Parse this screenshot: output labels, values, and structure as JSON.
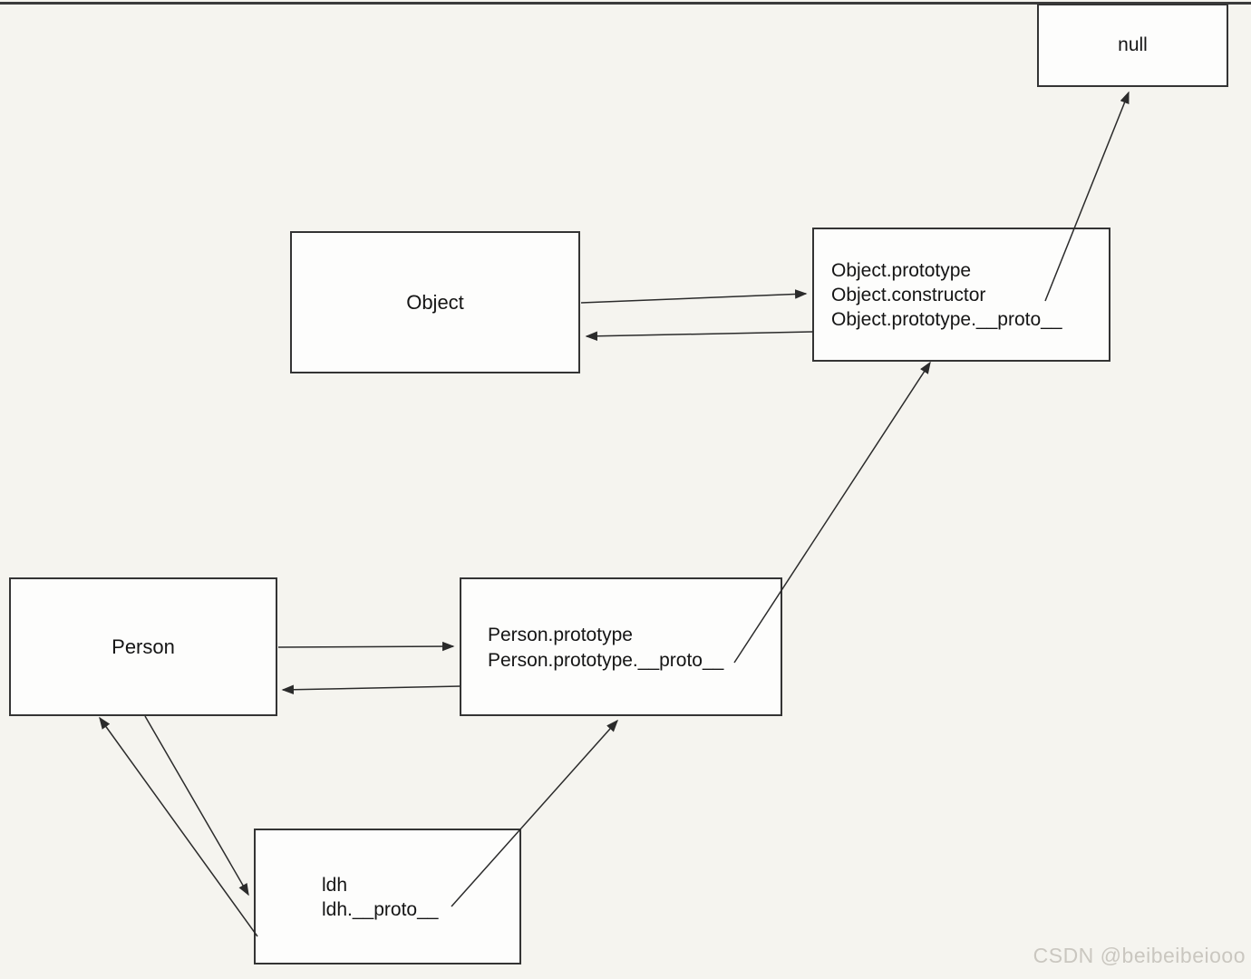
{
  "diagram": {
    "nodes": {
      "null_node": {
        "label": "null"
      },
      "object_node": {
        "label": "Object"
      },
      "object_prototype_node": {
        "lines": [
          "Object.prototype",
          "Object.constructor",
          "Object.prototype.__proto__"
        ]
      },
      "person_node": {
        "label": "Person"
      },
      "person_prototype_node": {
        "lines": [
          "Person.prototype",
          "Person.prototype.__proto__"
        ]
      },
      "ldh_node": {
        "lines": [
          "ldh",
          "ldh.__proto__"
        ]
      }
    },
    "edges": [
      {
        "from": "Object",
        "to": "Object.prototype"
      },
      {
        "from": "Object.prototype",
        "to": "Object"
      },
      {
        "from": "Object.prototype.__proto__",
        "to": "null"
      },
      {
        "from": "Person",
        "to": "Person.prototype"
      },
      {
        "from": "Person.prototype",
        "to": "Person"
      },
      {
        "from": "Person.prototype.__proto__",
        "to": "Object.prototype"
      },
      {
        "from": "ldh",
        "to": "Person"
      },
      {
        "from": "Person",
        "to": "ldh"
      },
      {
        "from": "ldh.__proto__",
        "to": "Person.prototype"
      }
    ]
  },
  "colors": {
    "canvas_bg": "#f5f4ef",
    "node_bg": "#fdfdfc",
    "node_border": "#343434",
    "arrow": "#2b2b2b",
    "top_rule": "#3b3b3b",
    "watermark": "#cac7c0"
  },
  "watermark": {
    "text": "CSDN @beibeibeiooo"
  }
}
